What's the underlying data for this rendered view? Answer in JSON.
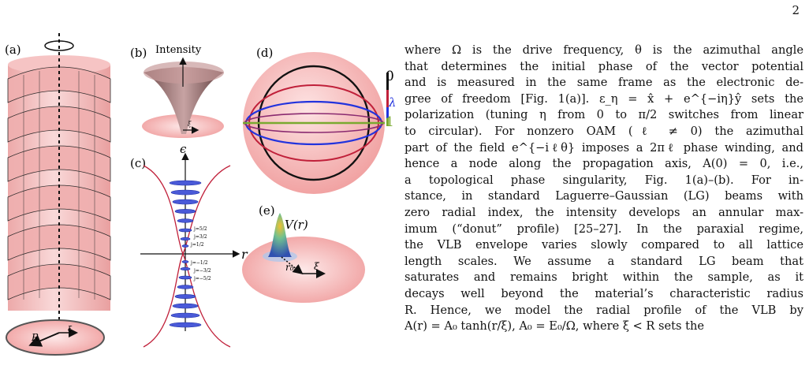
{
  "page": {
    "number": "2"
  },
  "figure": {
    "panels": [
      "(a)",
      "(b)",
      "(c)",
      "(d)",
      "(e)"
    ],
    "b_axis_label": "Intensity",
    "b_xi_label": "ξ",
    "c_energy_label": "ϵ",
    "c_radius_label": "r",
    "c_levels_top": [
      "j=5/2",
      "j=3/2",
      "j=1/2"
    ],
    "c_levels_bottom": [
      "j=−1/2",
      "j=−3/2",
      "j=−5/2"
    ],
    "d_scale_top": "0",
    "d_scale_mid": "λ",
    "d_scale_bottom": "1",
    "e_potential_label": "V(r)",
    "e_r0_label": "r₀",
    "e_xi_label": "ξ",
    "a_R_label": "R",
    "a_xi_label": "ξ",
    "colors": {
      "pink": "#f4b8b8",
      "blue": "#2233dd",
      "red": "#c0203a",
      "green": "#7aaa30",
      "black": "#111111"
    }
  },
  "text": {
    "lines": [
      "where Ω is the drive frequency, θ is the azimuthal angle",
      "that determines the initial phase of the vector potential",
      "and is measured in the same frame as the electronic de-",
      "gree of freedom [Fig. 1(a)].  ε_η = x̂ + e^{−iη}ŷ sets the",
      "polarization (tuning η from 0 to π/2 switches from linear",
      "to circular).  For nonzero OAM (ℓ ≠ 0) the azimuthal",
      "part of the field e^{−iℓθ} imposes a 2πℓ phase winding, and",
      "hence a node along the propagation axis, A(0) = 0, i.e.,",
      "a topological phase singularity, Fig. 1(a)–(b).  For in-",
      "stance, in standard Laguerre–Gaussian (LG) beams with",
      "zero radial index, the intensity develops an annular max-",
      "imum (“donut” profile) [25–27]. In the paraxial regime,",
      "the VLB envelope varies slowly compared to all lattice",
      "length scales.  We assume a standard LG beam that",
      "saturates and remains bright within the sample, as it",
      "decays well beyond the material’s characteristic radius",
      "R. Hence, we model the radial profile of the VLB by",
      "A(r) = A₀ tanh(r/ξ), A₀ = E₀/Ω, where ξ < R sets the"
    ]
  }
}
